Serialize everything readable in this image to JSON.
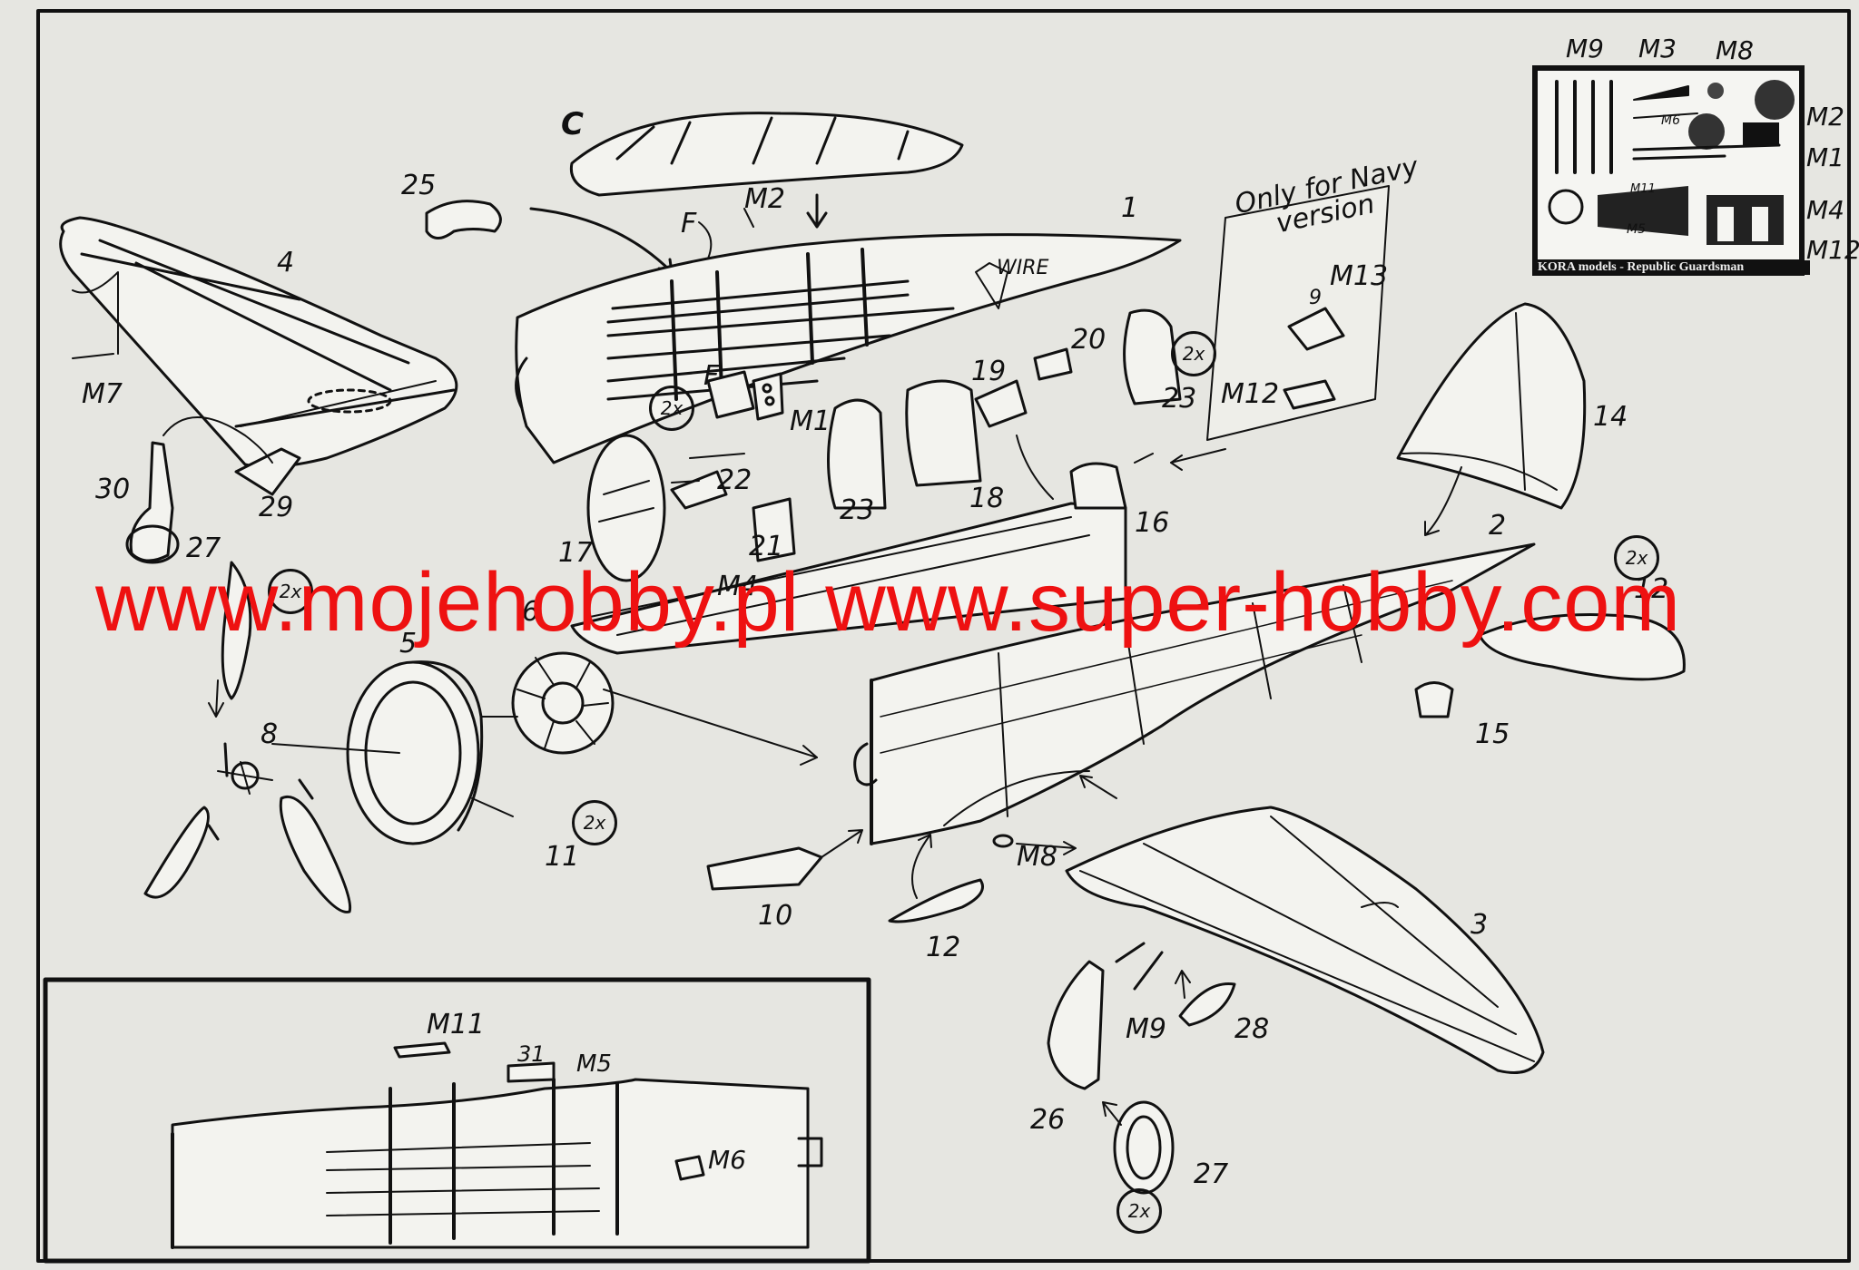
{
  "watermark": {
    "left": "www.mojehobby.pl",
    "right": "www.super-hobby.com"
  },
  "fret": {
    "caption": "KORA models - Republic Guardsman",
    "top_labels": [
      "M9",
      "M3",
      "M8"
    ],
    "side_labels": [
      "M2",
      "M1",
      "M4",
      "M12"
    ],
    "inner_labels": [
      "M6",
      "M11",
      "M5"
    ]
  },
  "navy_note": {
    "line1": "Only for Navy",
    "line2": "version",
    "parts": [
      "M13",
      "M12",
      "9"
    ]
  },
  "multiplier": "2x",
  "parts": {
    "p1": "1",
    "p2": "2",
    "p3": "3",
    "p4": "4",
    "p5": "5",
    "p6": "6",
    "p8": "8",
    "p10": "10",
    "p11": "11",
    "p12a": "12",
    "p12b": "12",
    "p14": "14",
    "p15": "15",
    "p16": "16",
    "p17": "17",
    "p18": "18",
    "p19": "19",
    "p20": "20",
    "p21": "21",
    "p22": "22",
    "p23a": "23",
    "p23b": "23",
    "p25": "25",
    "p26": "26",
    "p27a": "27",
    "p27b": "27",
    "p28": "28",
    "p29": "29",
    "p30": "30",
    "p31": "31",
    "pC": "C",
    "pF1": "F",
    "pF2": "F",
    "wire": "WIRE",
    "m1": "M1",
    "m2": "M2",
    "m4": "M4",
    "m5": "M5",
    "m6": "M6",
    "m7": "M7",
    "m8": "M8",
    "m9": "M9",
    "m11": "M11"
  }
}
